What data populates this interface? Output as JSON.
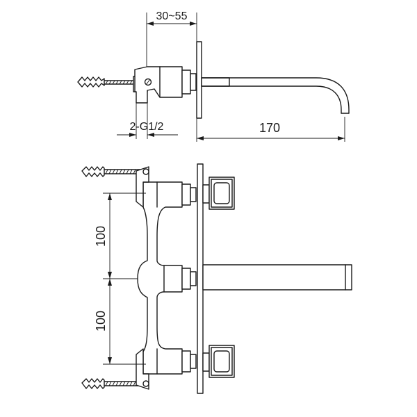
{
  "dimensions": {
    "wall_depth": "30~55",
    "connection": "2-G1/2",
    "spout_reach": "170",
    "spacing_upper": "100",
    "spacing_lower": "100"
  }
}
